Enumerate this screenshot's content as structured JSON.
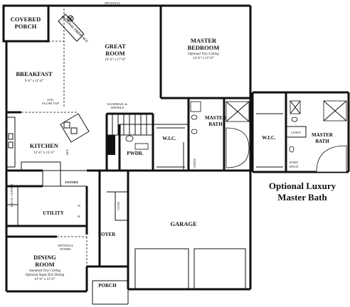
{
  "rooms": {
    "covered_porch": {
      "line1": "COVERED",
      "line2": "PORCH"
    },
    "great_room": {
      "line1": "GREAT",
      "line2": "ROOM",
      "dim": "16'-6\" x 17'-8\""
    },
    "master_bedroom": {
      "line1": "MASTER",
      "line2": "BEDROOM",
      "note": "Optional Trey Ceiling",
      "dim": "14'-6\" x 15'-0\""
    },
    "breakfast": {
      "label": "BREAKFAST",
      "dim": "9'-6\" x 11'-6\""
    },
    "kitchen": {
      "label": "KITCHEN",
      "dim": "13'-6\" x 13'-0\""
    },
    "master_bath": {
      "line1": "MASTER",
      "line2": "BATH"
    },
    "wic": {
      "label": "W.I.C."
    },
    "pwdr": {
      "label": "PWDR."
    },
    "pantry": {
      "label": "PANTRY"
    },
    "utility": {
      "label": "UTILITY"
    },
    "foyer": {
      "label": "FOYER"
    },
    "garage": {
      "label": "GARAGE"
    },
    "dining": {
      "line1": "DINING",
      "line2": "ROOM",
      "note1": "Standard Trey Ceiling",
      "note2": "Optional Study ILO Dining",
      "dim": "13'-0\" x 13'-0\""
    },
    "porch": {
      "label": "PORCH"
    }
  },
  "notes": {
    "optional_top": "OPTIONAL",
    "fireplace": "OPTIONAL FIREPLACE",
    "std_flush_top": {
      "line1": "STD.",
      "line2": "FLUSH TOP"
    },
    "handrail": {
      "line1": "HANDRAIL &",
      "line2": "SPINDLE"
    },
    "linen": "LINEN",
    "ref": "REF",
    "d": "D",
    "w": "W",
    "coat": "COAT",
    "mech_center": "MECH. CENTER",
    "optional_doors": {
      "line1": "OPTIONAL",
      "line2": "DOORS"
    }
  },
  "inset": {
    "wic": "W.I.C.",
    "linen": "LINEN",
    "master_bath": {
      "line1": "MASTER",
      "line2": "BATH"
    },
    "knee_space": {
      "line1": "KNEE",
      "line2": "SPACE"
    },
    "title": {
      "line1": "Optional Luxury",
      "line2": "Master Bath"
    }
  }
}
